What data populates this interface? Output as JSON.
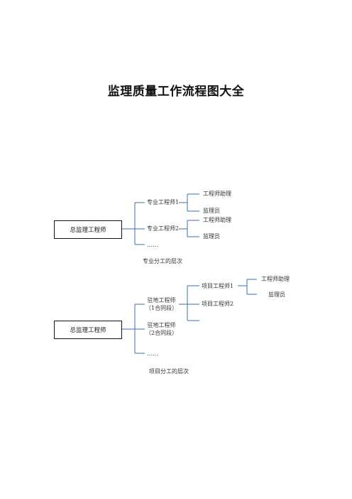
{
  "title": "监理质量工作流程图大全",
  "diagram1": {
    "root": "总监理工程师",
    "branches": [
      "专业工程师1",
      "专业工程师2",
      "……"
    ],
    "sub1": [
      "工程师助理",
      "监理员"
    ],
    "sub2": [
      "工程师助理",
      "监理员"
    ],
    "caption": "专业分工的层次"
  },
  "diagram2": {
    "root": "总监理工程师",
    "branch1": [
      "驻地工程师",
      "（1合同段）"
    ],
    "branch2": [
      "驻地工程师",
      "（2合同段）"
    ],
    "branch3": "……",
    "projects": [
      "项目工程师1",
      "项目工程师2"
    ],
    "sub": [
      "工程师助理",
      "监理员"
    ],
    "caption": "项目分工的层次"
  },
  "colors": {
    "connector": "#3a6fb0",
    "box_border": "#111111"
  }
}
